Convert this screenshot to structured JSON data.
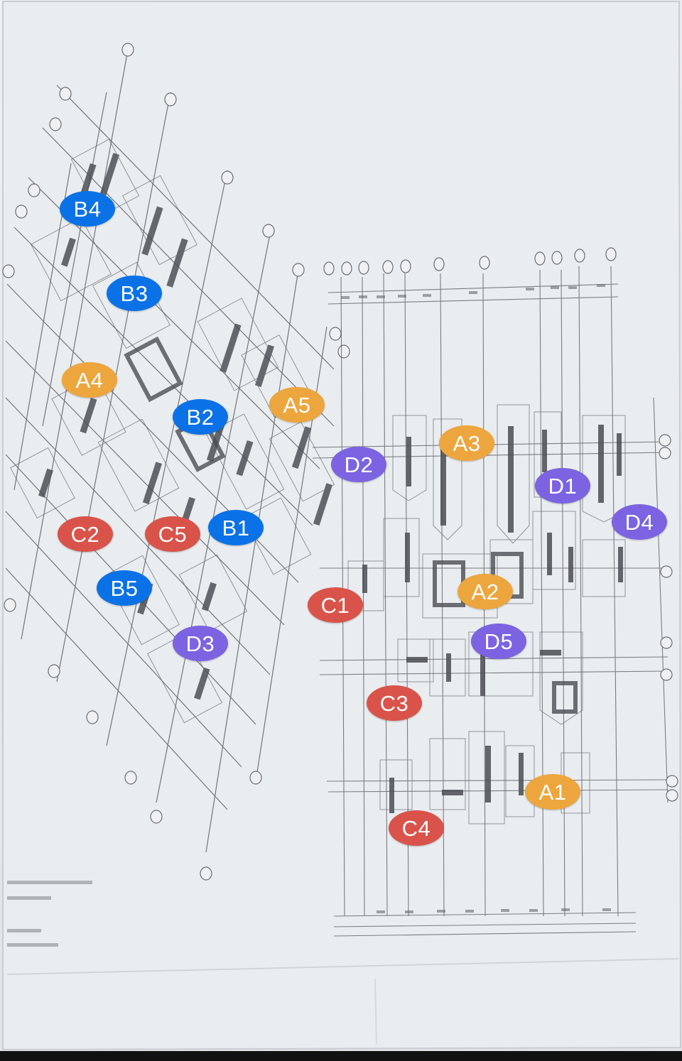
{
  "colors": {
    "orange": "#eca63d",
    "blue": "#0a72e6",
    "red": "#d9534a",
    "purple": "#7b63e1",
    "paper": "#e8ebee",
    "ink": "#3d3f44"
  },
  "markers": [
    {
      "id": "A1",
      "label": "A1",
      "group": "orange"
    },
    {
      "id": "A2",
      "label": "A2",
      "group": "orange"
    },
    {
      "id": "A3",
      "label": "A3",
      "group": "orange"
    },
    {
      "id": "A4",
      "label": "A4",
      "group": "orange"
    },
    {
      "id": "A5",
      "label": "A5",
      "group": "orange"
    },
    {
      "id": "B1",
      "label": "B1",
      "group": "blue"
    },
    {
      "id": "B2",
      "label": "B2",
      "group": "blue"
    },
    {
      "id": "B3",
      "label": "B3",
      "group": "blue"
    },
    {
      "id": "B4",
      "label": "B4",
      "group": "blue"
    },
    {
      "id": "B5",
      "label": "B5",
      "group": "blue"
    },
    {
      "id": "C1",
      "label": "C1",
      "group": "red"
    },
    {
      "id": "C2",
      "label": "C2",
      "group": "red"
    },
    {
      "id": "C3",
      "label": "C3",
      "group": "red"
    },
    {
      "id": "C4",
      "label": "C4",
      "group": "red"
    },
    {
      "id": "C5",
      "label": "C5",
      "group": "red"
    },
    {
      "id": "D1",
      "label": "D1",
      "group": "purple"
    },
    {
      "id": "D2",
      "label": "D2",
      "group": "purple"
    },
    {
      "id": "D3",
      "label": "D3",
      "group": "purple"
    },
    {
      "id": "D4",
      "label": "D4",
      "group": "purple"
    },
    {
      "id": "D5",
      "label": "D5",
      "group": "purple"
    }
  ]
}
